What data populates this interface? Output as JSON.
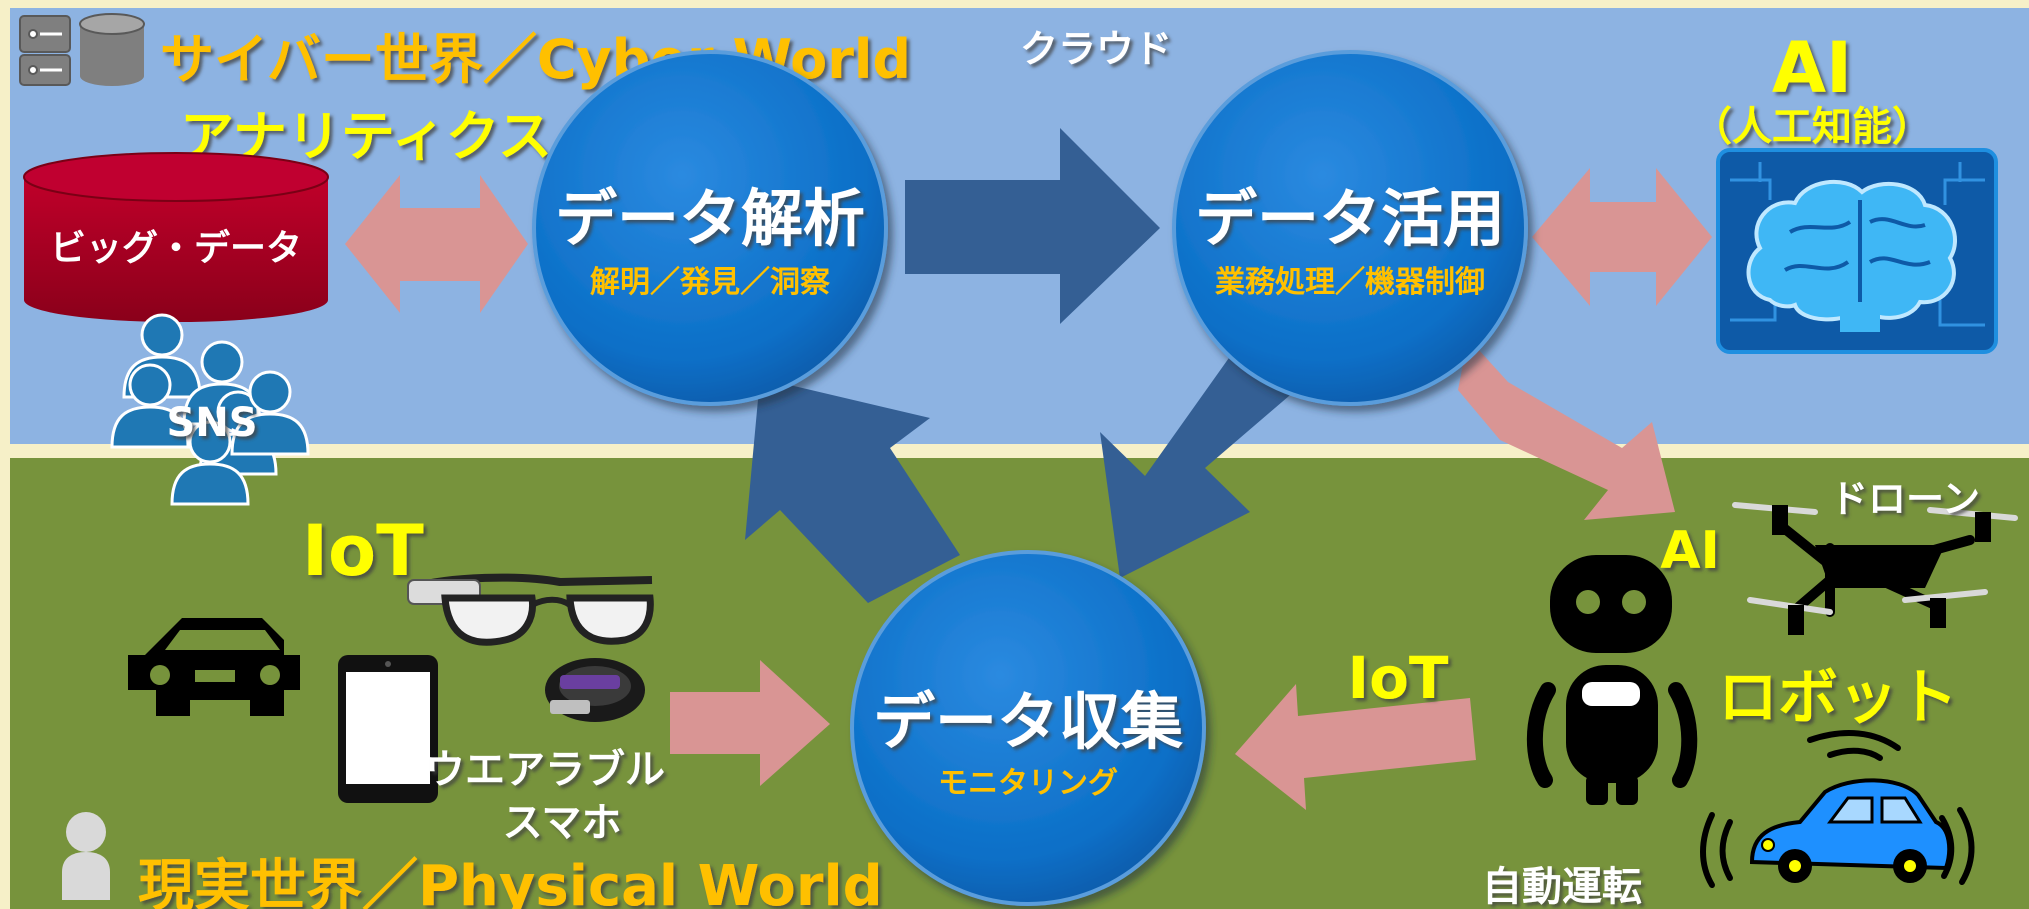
{
  "cyber": {
    "title": "サイバー世界／Cyber World",
    "cloud_label": "クラウド",
    "analytics_label": "アナリティクス",
    "big_data_label": "ビッグ・データ",
    "sns_label": "SNS",
    "ai_label": "AI",
    "ai_sub_label": "（人工知能）"
  },
  "physical": {
    "title": "現実世界／Physical World",
    "iot_left_label": "IoT",
    "wearable_label": "ウエアラブル",
    "smartphone_label": "スマホ",
    "iot_right_label": "IoT",
    "ai_label": "AI",
    "drone_label": "ドローン",
    "robot_label": "ロボット",
    "autodrive_label": "自動運転"
  },
  "nodes": {
    "analysis": {
      "title": "データ解析",
      "subtitle": "解明／発見／洞察"
    },
    "utilization": {
      "title": "データ活用",
      "subtitle": "業務処理／機器制御"
    },
    "collection": {
      "title": "データ収集",
      "subtitle": "モニタリング"
    }
  },
  "colors": {
    "cyber_bg": "#8db3e2",
    "physical_bg": "#77933c",
    "frame": "#f6f0c8",
    "node_blue": "#0b6fc7",
    "flow_arrow": "#345f94",
    "pink_arrow": "#d99594",
    "yellow_text": "#ffff00",
    "orange_text": "#ffc000",
    "cylinder": "#a50021",
    "people": "#1f78b4"
  },
  "icons": [
    "server-icon",
    "database-icon",
    "brain-chip-icon",
    "people-group-icon",
    "car-icon",
    "smart-glasses-icon",
    "smartphone-icon",
    "smart-band-icon",
    "robot-icon",
    "drone-icon",
    "autonomous-car-icon",
    "person-icon"
  ]
}
